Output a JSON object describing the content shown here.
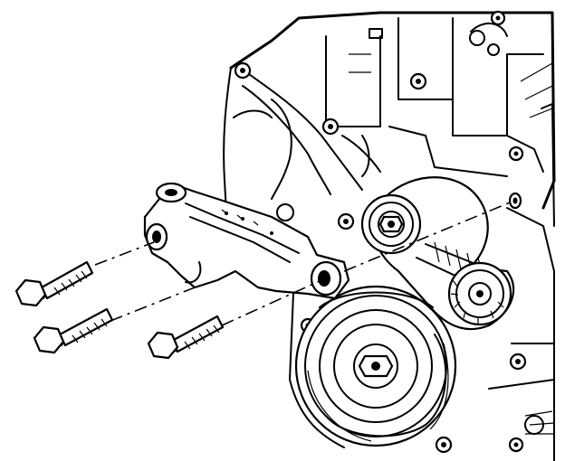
{
  "figure": {
    "kind": "technical line drawing",
    "parts": [
      "engine-front-cover",
      "drive-belt-tensioner",
      "tensioner-pulley",
      "crankshaft-balancer",
      "generator-bracket",
      "bracket-bolts"
    ],
    "bolt_count": 3
  },
  "colors": {
    "ink": "#000000",
    "paper": "#ffffff"
  }
}
